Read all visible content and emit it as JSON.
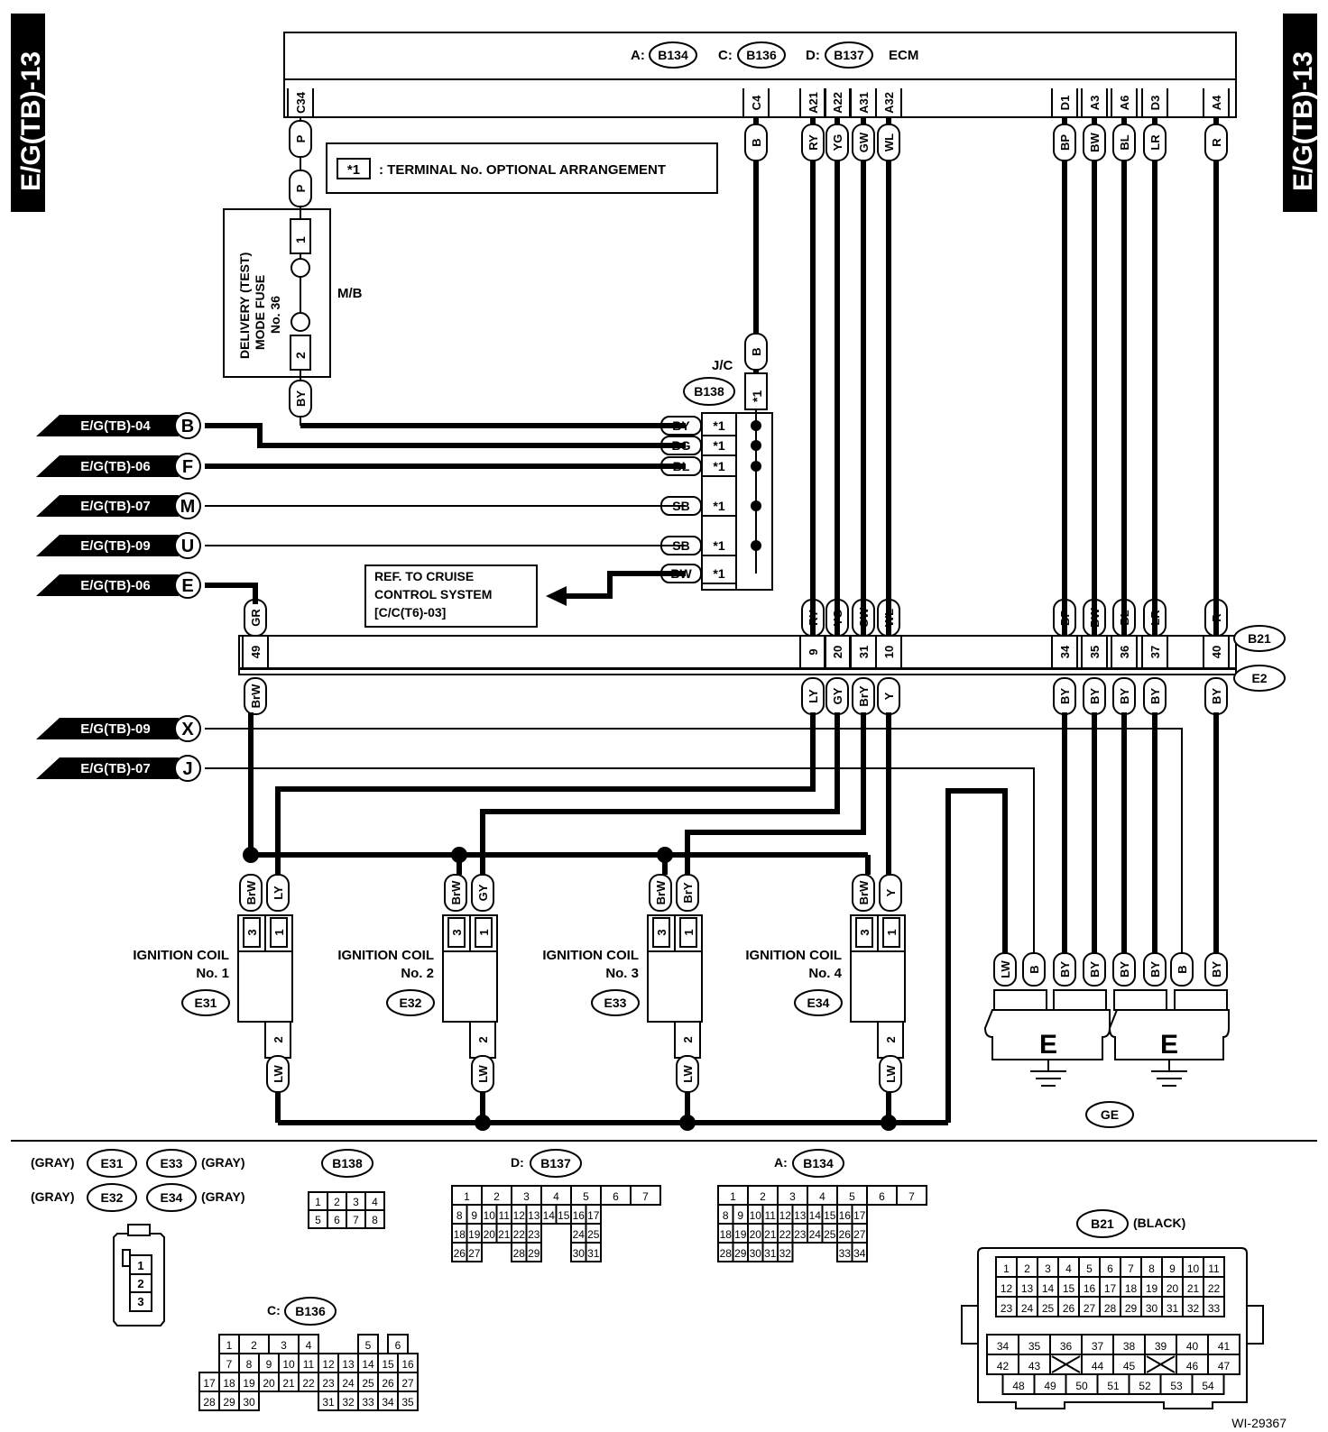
{
  "side_tag": "E/G(TB)-13",
  "ecm": {
    "label": "ECM",
    "connectors": [
      {
        "prefix": "A:",
        "id": "B134"
      },
      {
        "prefix": "C:",
        "id": "B136"
      },
      {
        "prefix": "D:",
        "id": "B137"
      }
    ],
    "pins": [
      {
        "pin": "C34",
        "wire": "P"
      },
      {
        "pin": "C4",
        "wire": "B"
      },
      {
        "pin": "A21",
        "wire": "RY"
      },
      {
        "pin": "A22",
        "wire": "YG"
      },
      {
        "pin": "A31",
        "wire": "GW"
      },
      {
        "pin": "A32",
        "wire": "WL"
      },
      {
        "pin": "D1",
        "wire": "BP"
      },
      {
        "pin": "A3",
        "wire": "BW"
      },
      {
        "pin": "A6",
        "wire": "BL"
      },
      {
        "pin": "D3",
        "wire": "LR"
      },
      {
        "pin": "A4",
        "wire": "R"
      }
    ]
  },
  "note": {
    "symbol": "*1",
    "text": ": TERMINAL No. OPTIONAL ARRANGEMENT"
  },
  "fuse": {
    "lines": [
      "DELIVERY (TEST)",
      "MODE FUSE",
      "No. 36"
    ],
    "box": "M/B",
    "pin1": "1",
    "pin2": "2",
    "wire_top": "P",
    "wire_bottom": "BY"
  },
  "jc": {
    "label": "J/C",
    "connector": "B138",
    "top_wire": "B",
    "top_pin": "*1",
    "rows": [
      {
        "wire": "BY",
        "pin": "*1"
      },
      {
        "wire": "BG",
        "pin": "*1"
      },
      {
        "wire": "BL",
        "pin": "*1"
      },
      {
        "wire": "SB",
        "pin": "*1"
      },
      {
        "wire": "SB",
        "pin": "*1"
      },
      {
        "wire": "BW",
        "pin": "*1"
      }
    ]
  },
  "refs": [
    {
      "page": "E/G(TB)-04",
      "letter": "B"
    },
    {
      "page": "E/G(TB)-06",
      "letter": "F"
    },
    {
      "page": "E/G(TB)-07",
      "letter": "M"
    },
    {
      "page": "E/G(TB)-09",
      "letter": "U"
    },
    {
      "page": "E/G(TB)-06",
      "letter": "E"
    },
    {
      "page": "E/G(TB)-09",
      "letter": "X"
    },
    {
      "page": "E/G(TB)-07",
      "letter": "J"
    }
  ],
  "cruise_ref": {
    "lines": [
      "REF. TO CRUISE",
      "CONTROL SYSTEM",
      "[C/C(T6)-03]"
    ]
  },
  "b21_e2": {
    "connector_top": "B21",
    "connector_bottom": "E2",
    "columns": [
      {
        "top": "GR",
        "pin": "49",
        "bottom": "BrW"
      },
      {
        "top": "RY",
        "pin": "9",
        "bottom": "LY"
      },
      {
        "top": "YG",
        "pin": "20",
        "bottom": "GY"
      },
      {
        "top": "GW",
        "pin": "31",
        "bottom": "BrY"
      },
      {
        "top": "WL",
        "pin": "10",
        "bottom": "Y"
      },
      {
        "top": "BP",
        "pin": "34",
        "bottom": "BY"
      },
      {
        "top": "BW",
        "pin": "35",
        "bottom": "BY"
      },
      {
        "top": "BL",
        "pin": "36",
        "bottom": "BY"
      },
      {
        "top": "LR",
        "pin": "37",
        "bottom": "BY"
      },
      {
        "top": "R",
        "pin": "40",
        "bottom": "BY"
      }
    ]
  },
  "coils": [
    {
      "name": "IGNITION COIL",
      "num": "No. 1",
      "conn": "E31",
      "w3": "BrW",
      "w1": "LY",
      "p3": "3",
      "p1": "1",
      "p2": "2",
      "w2": "LW"
    },
    {
      "name": "IGNITION COIL",
      "num": "No. 2",
      "conn": "E32",
      "w3": "BrW",
      "w1": "GY",
      "p3": "3",
      "p1": "1",
      "p2": "2",
      "w2": "LW"
    },
    {
      "name": "IGNITION COIL",
      "num": "No. 3",
      "conn": "E33",
      "w3": "BrW",
      "w1": "BrY",
      "p3": "3",
      "p1": "1",
      "p2": "2",
      "w2": "LW"
    },
    {
      "name": "IGNITION COIL",
      "num": "No. 4",
      "conn": "E34",
      "w3": "BrW",
      "w1": "Y",
      "p3": "3",
      "p1": "1",
      "p2": "2",
      "w2": "LW"
    }
  ],
  "grounds": {
    "left": {
      "letter": "E",
      "wires": [
        "LW",
        "B",
        "BY",
        "BY"
      ]
    },
    "right": {
      "letter": "E",
      "wires": [
        "BY",
        "BY",
        "B",
        "BY"
      ]
    },
    "label": "GE"
  },
  "legend": {
    "coil_conns": [
      {
        "id": "E31",
        "color": "(GRAY)"
      },
      {
        "id": "E33",
        "color": "(GRAY)"
      },
      {
        "id": "E32",
        "color": "(GRAY)"
      },
      {
        "id": "E34",
        "color": "(GRAY)"
      }
    ],
    "coil_pins": [
      "1",
      "2",
      "3"
    ],
    "b138": {
      "id": "B138",
      "rows": [
        [
          "1",
          "2",
          "3",
          "4"
        ],
        [
          "5",
          "6",
          "7",
          "8"
        ]
      ]
    },
    "b137": {
      "prefix": "D:",
      "id": "B137"
    },
    "b134": {
      "prefix": "A:",
      "id": "B134"
    },
    "b136": {
      "prefix": "C:",
      "id": "B136"
    },
    "b21": {
      "id": "B21",
      "color": "(BLACK)"
    }
  },
  "figure_id": "WI-29367"
}
